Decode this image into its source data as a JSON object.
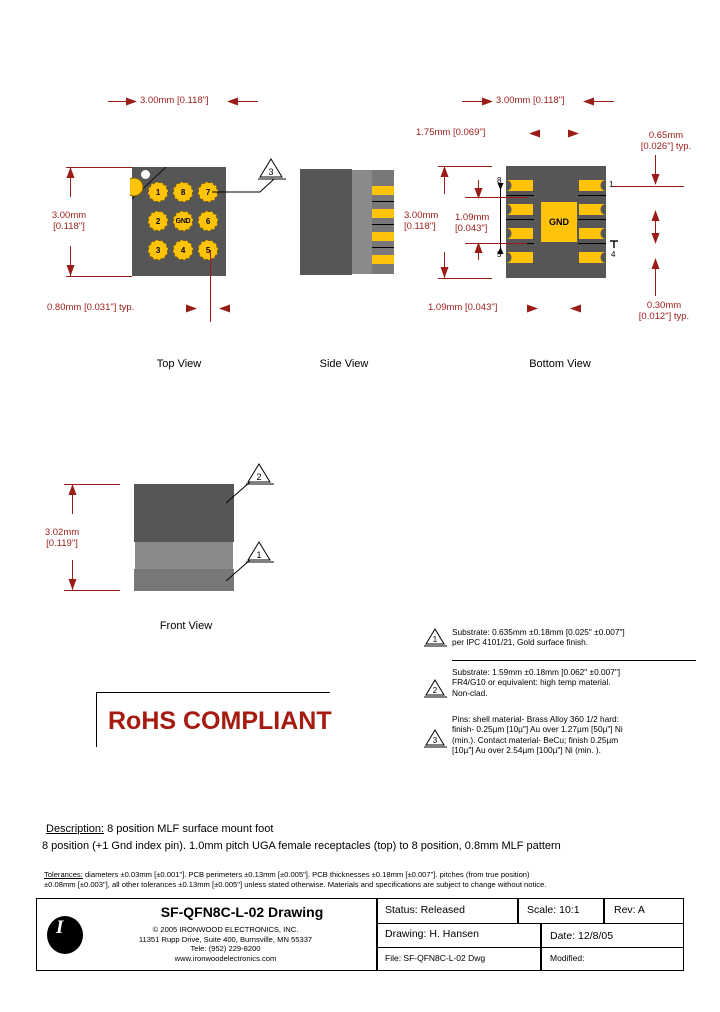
{
  "document": {
    "title": "SF-QFN8C-L-02 Drawing",
    "rohs_badge": "RoHS COMPLIANT"
  },
  "views": {
    "top": {
      "label": "Top View",
      "width_dim": "3.00mm  [0.118\"]",
      "height_dim_line1": "3.00mm",
      "height_dim_line2": "[0.118\"]",
      "pitch_dim": "0.80mm  [0.031\"] typ.",
      "note_ref": "3",
      "pins": [
        {
          "label": "1"
        },
        {
          "label": "8"
        },
        {
          "label": "7"
        },
        {
          "label": "2"
        },
        {
          "label": "GND"
        },
        {
          "label": "6"
        },
        {
          "label": "3"
        },
        {
          "label": "4"
        },
        {
          "label": "5"
        }
      ]
    },
    "side": {
      "label": "Side View"
    },
    "bottom": {
      "label": "Bottom View",
      "width_dim": "3.00mm  [0.118\"]",
      "pad_len_dim": "1.75mm  [0.069\"]",
      "height_dim_line1": "3.00mm",
      "height_dim_line2": "[0.118\"]",
      "inner_dim_line1": "1.09mm",
      "inner_dim_line2": "[0.043\"]",
      "bottom_dim": "1.09mm  [0.043\"]",
      "pad_width_line1": "0.65mm",
      "pad_width_line2": "[0.026\"] typ.",
      "gap_line1": "0.30mm",
      "gap_line2": "[0.012\"] typ.",
      "gnd_label": "GND",
      "pin_marks": [
        {
          "label": "8"
        },
        {
          "label": "5"
        },
        {
          "label": "1"
        },
        {
          "label": "4"
        }
      ]
    },
    "front": {
      "label": "Front View",
      "height_dim_line1": "3.02mm",
      "height_dim_line2": "[0.119\"]",
      "note_ref_top": "2",
      "note_ref_bottom": "1"
    }
  },
  "notes": [
    {
      "number": "1",
      "text": "Substrate: 0.635mm ±0.18mm [0.025\" ±0.007\"]\n per IPC 4101/21, Gold surface finish."
    },
    {
      "number": "2",
      "text": "Substrate: 1.59mm ±0.18mm [0.062\" ±0.007\"]\nFR4/G10 or equivalent: high temp material.\nNon-clad."
    },
    {
      "number": "3",
      "text": "Pins: shell material- Brass Alloy 360 1/2 hard:\nfinish-  0.25µm [10µ\"] Au over 1.27µm [50µ\"] Ni\n(min.). Contact material- BeCu; finish  0.25µm\n[10µ\"] Au over  2.54µm [100µ\"] Ni (min. )."
    }
  ],
  "description": {
    "label": "Description:",
    "line1": " 8 position MLF surface mount foot",
    "line2": "8 position (+1 Gnd index pin). 1.0mm pitch UGA female receptacles (top) to 8 position, 0.8mm MLF pattern"
  },
  "tolerances": {
    "label": "Tolerances:",
    "line1": " diameters ±0.03mm [±0.001\"]. PCB perimeters ±0.13mm [±0.005\"]. PCB thicknesses ±0.18mm [±0.007\"]. pitches (from true position)",
    "line2": "±0.08mm [±0.003\"], all other tolerances ±0.13mm [±0.005\"] unless stated otherwise.  Materials and specifications are subject to change without notice."
  },
  "title_block": {
    "drawing_title": "SF-QFN8C-L-02 Drawing",
    "company": "© 2005  IRONWOOD ELECTRONICS, INC.\n11351 Rupp Drive, Suite 400, Burnsville, MN 55337\nTele: (952) 229-8200\nwww.ironwoodelectronics.com",
    "status": "Status: Released",
    "scale": "Scale: 10:1",
    "rev": "Rev: A",
    "drawing_by": "Drawing: H. Hansen",
    "date": "Date: 12/8/05",
    "file": "File: SF-QFN8C-L-02 Dwg",
    "modified": "Modified:",
    "logo_mark": "I"
  },
  "colors": {
    "dimension_red": "#9b1b17",
    "gold_pad": "#ffc40a",
    "body_dark": "#565656",
    "body_mid": "#8a8a8a",
    "rohs_red": "#a51b10"
  }
}
